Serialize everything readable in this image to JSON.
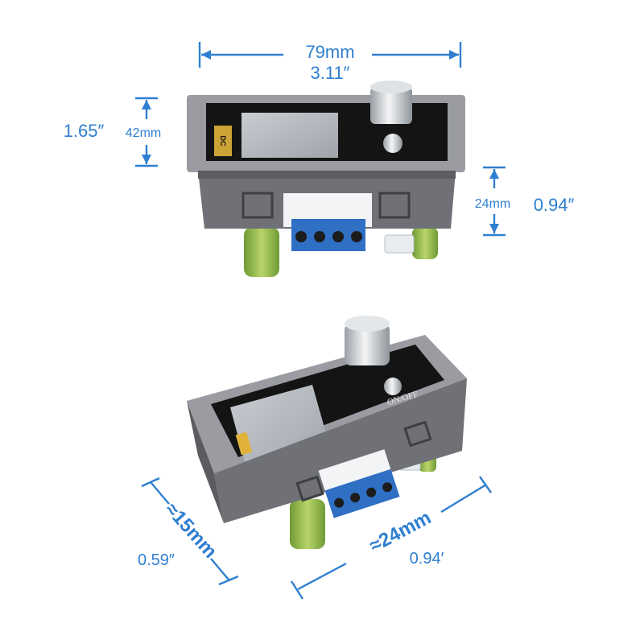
{
  "dimensions": {
    "width_mm": "79mm",
    "width_in": "3.11″",
    "height_mm": "42mm",
    "height_in": "1.65″",
    "depth_mm": "24mm",
    "depth_in": "0.94″",
    "side_mm": "≈15mm",
    "side_in": "0.59″",
    "bottom_mm": "≈24mm",
    "bottom_in": "0.94′"
  },
  "device": {
    "logo_top": "DC",
    "button_label": "ON/OFF"
  },
  "colors": {
    "annotation": "#2f7fd0",
    "housing": "#8a8c92",
    "terminal": "#2f6fc4",
    "capacitor": "#8ab04a"
  }
}
